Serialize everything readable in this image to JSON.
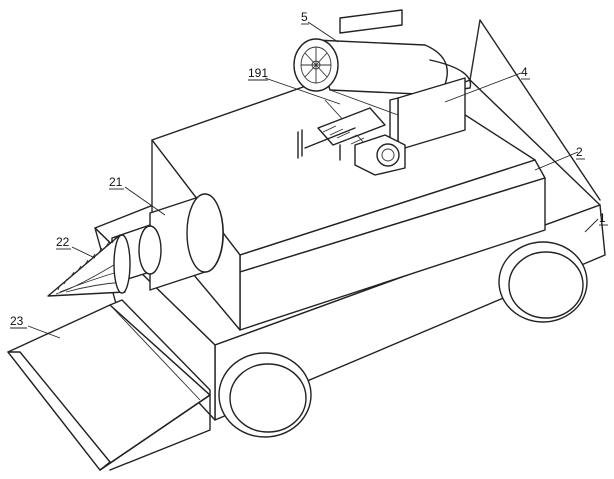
{
  "labels": {
    "l5": "5",
    "l191": "191",
    "l4": "4",
    "l2": "2",
    "l1": "1",
    "l21": "21",
    "l22": "22",
    "l23": "23"
  }
}
